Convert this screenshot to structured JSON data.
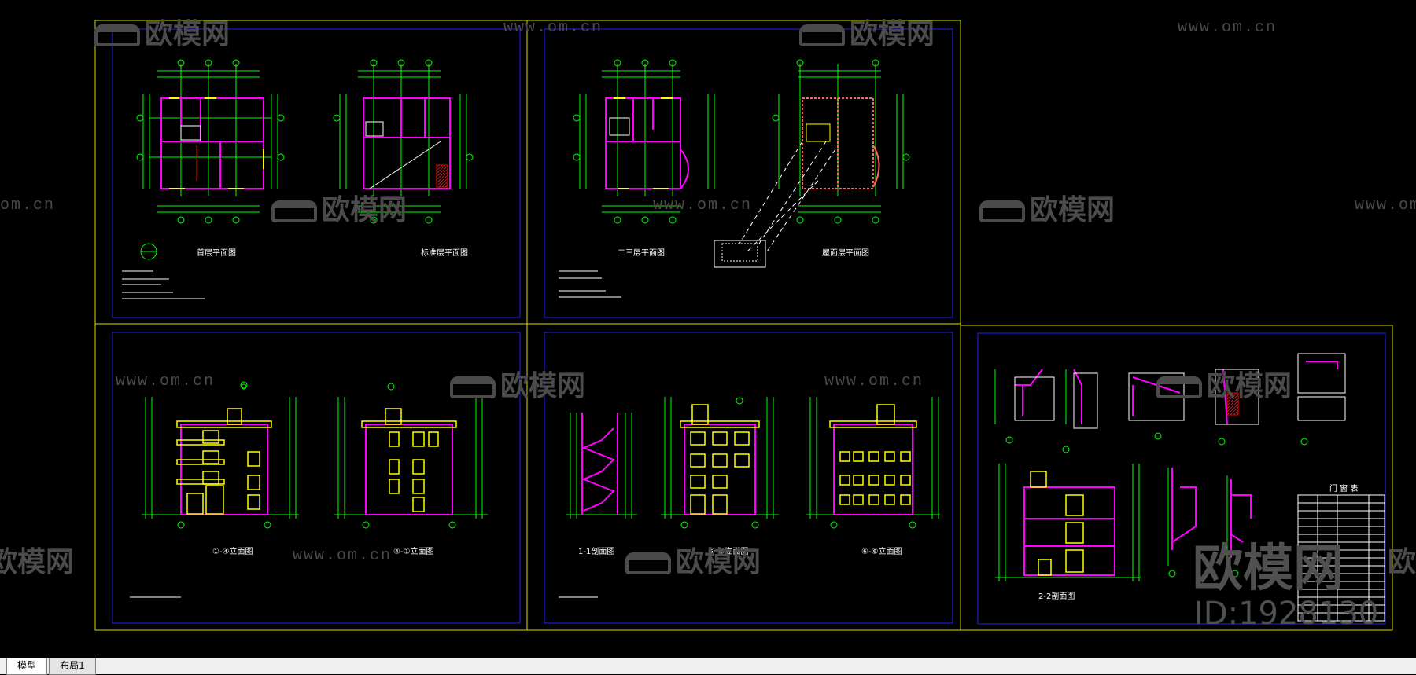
{
  "tabs": [
    {
      "label": "模型",
      "active": true
    },
    {
      "label": "布局1",
      "active": false
    }
  ],
  "watermarks": {
    "url_text": "www.om.cn",
    "url_text_cut": "om.cn",
    "logo_text": "欧模网",
    "logo_text_cut": "欧模网",
    "big_logo_text": "欧模网",
    "id_text": "ID:1928130"
  },
  "colors": {
    "background": "#000000",
    "frame_yellow": "#d6d600",
    "frame_blue": "#1a1aff",
    "wall_magenta": "#ff00ff",
    "dim_green": "#00ff00",
    "window_yellow": "#ffff00",
    "tab_bar": "#f0f0f0"
  }
}
